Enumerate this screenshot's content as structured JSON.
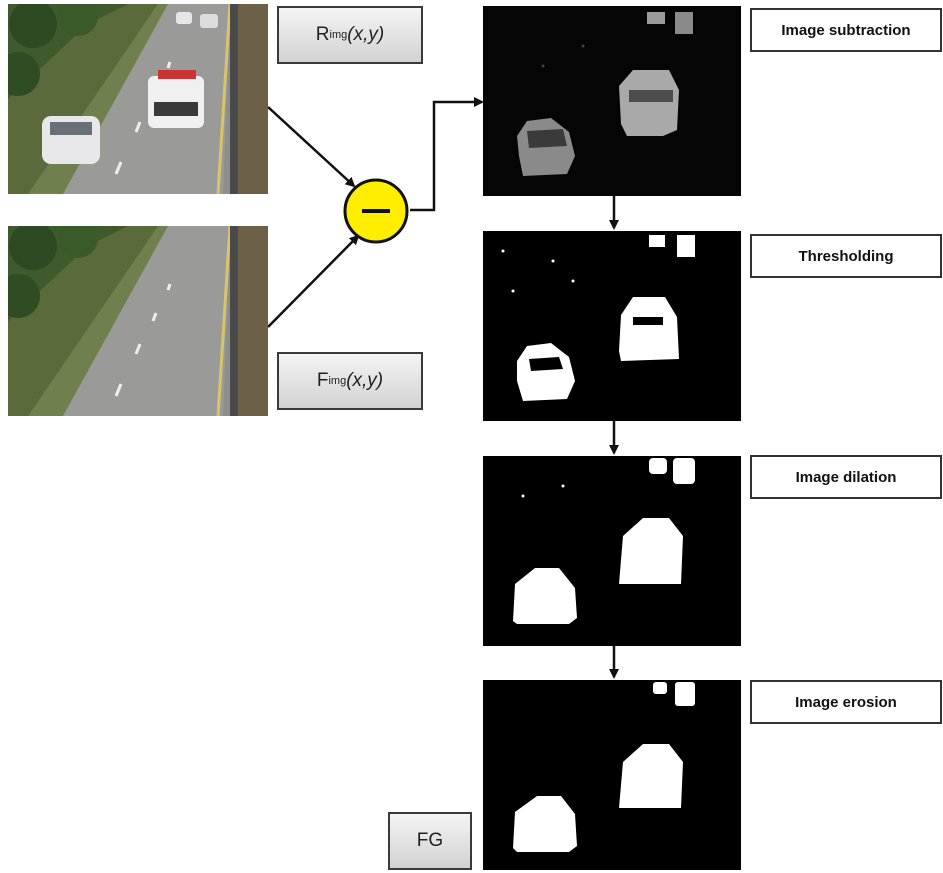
{
  "inputs": {
    "reference": {
      "main": "R",
      "sub": "img",
      "args": "(x,y)"
    },
    "frame": {
      "main": "F",
      "sub": "img",
      "args": "(x,y)"
    }
  },
  "operator": {
    "symbol": "minus",
    "color": "#ffee00"
  },
  "steps": [
    {
      "label": "Image subtraction"
    },
    {
      "label": "Thresholding"
    },
    {
      "label": "Image dilation"
    },
    {
      "label": "Image erosion"
    }
  ],
  "output": {
    "label": "FG"
  },
  "colors": {
    "panel_bg": "#000000",
    "label_border": "#333333",
    "arrow": "#111111"
  }
}
